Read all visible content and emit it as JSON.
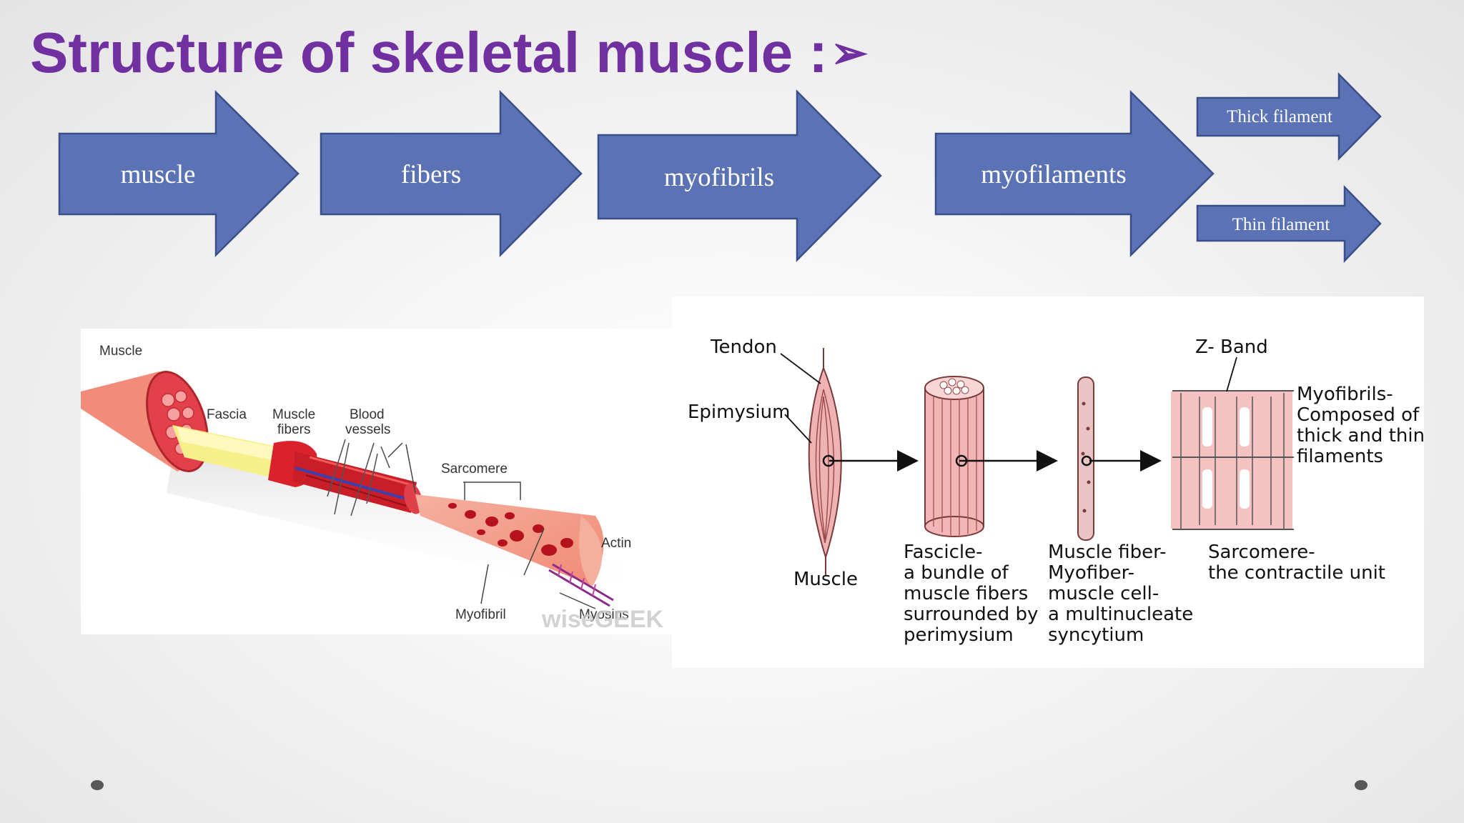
{
  "title": "Structure of skeletal muscle :",
  "title_bullet": "➢",
  "flow": {
    "muscle": "muscle",
    "fibers": "fibers",
    "myofibrils": "myofibrils",
    "myofilaments": "myofilaments",
    "thick_filament": "Thick filament",
    "thin_filament": "Thin filament"
  },
  "left_diagram": {
    "muscle": "Muscle",
    "fascia": "Fascia",
    "muscle_fibers_1": "Muscle",
    "muscle_fibers_2": "fibers",
    "blood_vessels_1": "Blood",
    "blood_vessels_2": "vessels",
    "sarcomere": "Sarcomere",
    "actin": "Actin",
    "myofibril": "Myofibril",
    "myosins": "Myosins",
    "watermark": "wiseGEEK"
  },
  "right_diagram": {
    "tendon": "Tendon",
    "epimysium": "Epimysium",
    "z_band": "Z- Band",
    "muscle": "Muscle",
    "myofibrils_line1": "Myofibrils-",
    "myofibrils_line2": "Composed of",
    "myofibrils_line3": "thick and thin",
    "myofibrils_line4": "filaments",
    "fascicle_line1": "Fascicle-",
    "fascicle_line2": "a bundle of",
    "fascicle_line3": "muscle fibers",
    "fascicle_line4": "surrounded by",
    "fascicle_line5": "perimysium",
    "fiber_line1": "Muscle fiber-",
    "fiber_line2": "Myofiber-",
    "fiber_line3": "muscle cell-",
    "fiber_line4": "a multinucleate",
    "fiber_line5": "syncytium",
    "sarcomere_line1": "Sarcomere-",
    "sarcomere_line2": "the contractile unit"
  },
  "colors": {
    "title": "#7030a0",
    "arrow_fill": "#5b72b5",
    "arrow_stroke": "#3a4f8a",
    "arrow_text": "#ffffff",
    "muscle_red": "#d9363e",
    "muscle_pink": "#f2a0a0"
  }
}
